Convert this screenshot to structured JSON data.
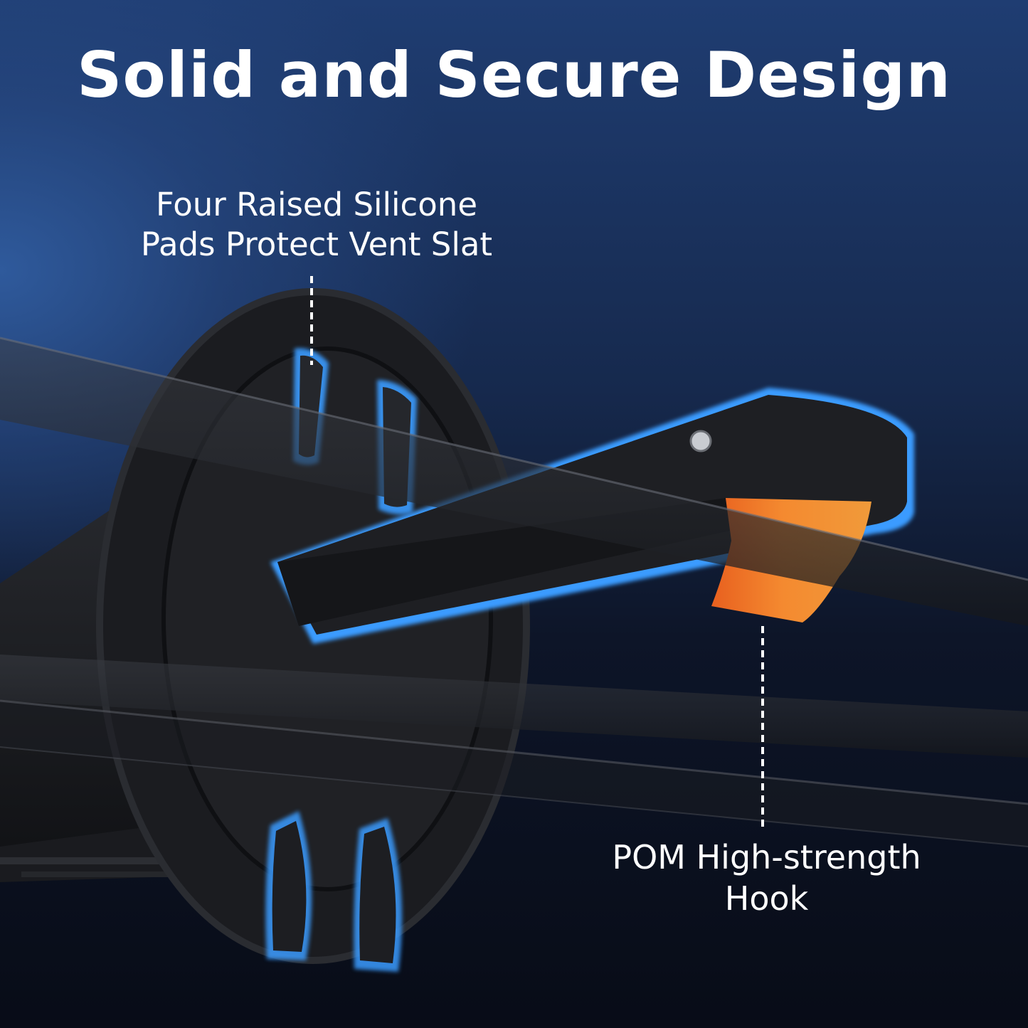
{
  "title": "Solid and Secure Design",
  "callouts": {
    "silicone_pads": {
      "line1": "Four Raised Silicone",
      "line2": "Pads Protect Vent Slat"
    },
    "hook": {
      "line1": "POM High-strength",
      "line2": "Hook"
    }
  },
  "colors": {
    "background_top": "#1f3d72",
    "background_bottom": "#080c17",
    "pad_glow": "#3a9bff",
    "hook_orange": "#f0832a",
    "mount_black": "#1c1d20",
    "text": "#ffffff"
  }
}
